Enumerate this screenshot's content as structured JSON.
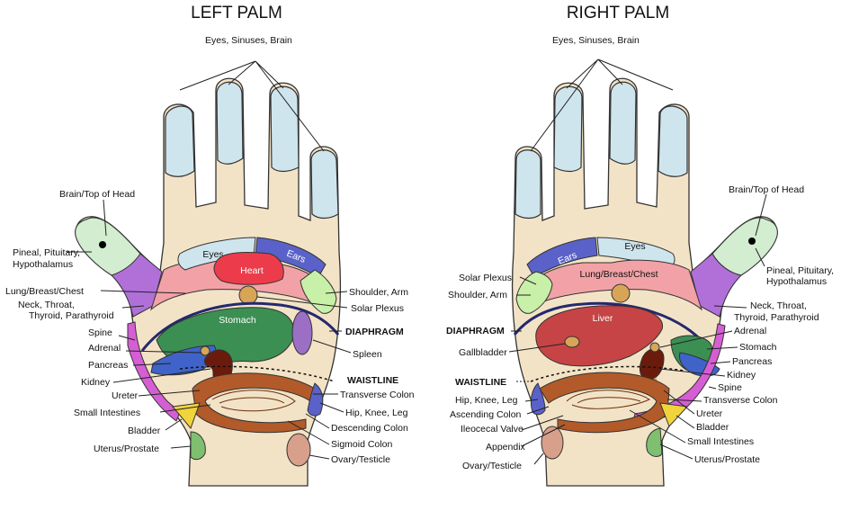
{
  "left": {
    "title": "LEFT PALM",
    "labels": {
      "eyes_sinuses_brain": "Eyes, Sinuses, Brain",
      "brain_top": "Brain/Top of Head",
      "pineal_1": "Pineal, Pituitary,",
      "pineal_2": "Hypothalamus",
      "lung": "Lung/Breast/Chest",
      "neck_1": "Neck, Throat,",
      "neck_2": "Thyroid, Parathyroid",
      "spine": "Spine",
      "adrenal": "Adrenal",
      "pancreas": "Pancreas",
      "kidney": "Kidney",
      "ureter": "Ureter",
      "small_int": "Small Intestines",
      "bladder": "Bladder",
      "uterus": "Uterus/Prostate",
      "shoulder": "Shoulder, Arm",
      "solar": "Solar Plexus",
      "diaphragm": "DIAPHRAGM",
      "spleen": "Spleen",
      "waistline": "WAISTLINE",
      "transverse": "Transverse Colon",
      "hip": "Hip, Knee, Leg",
      "descending": "Descending Colon",
      "sigmoid": "Sigmoid Colon",
      "ovary": "Ovary/Testicle",
      "eyes": "Eyes",
      "ears": "Ears",
      "heart": "Heart",
      "stomach": "Stomach"
    }
  },
  "right": {
    "title": "RIGHT PALM",
    "labels": {
      "eyes_sinuses_brain": "Eyes, Sinuses, Brain",
      "brain_top": "Brain/Top of Head",
      "pineal_1": "Pineal, Pituitary,",
      "pineal_2": "Hypothalamus",
      "neck_1": "Neck, Throat,",
      "neck_2": "Thyroid, Parathyroid",
      "adrenal": "Adrenal",
      "stomach": "Stomach",
      "pancreas": "Pancreas",
      "kidney": "Kidney",
      "spine": "Spine",
      "transverse": "Transverse Colon",
      "ureter": "Ureter",
      "bladder": "Bladder",
      "small_int": "Small Intestines",
      "uterus": "Uterus/Prostate",
      "solar": "Solar Plexus",
      "shoulder": "Shoulder, Arm",
      "diaphragm": "DIAPHRAGM",
      "gallbladder": "Gallbladder",
      "waistline": "WAISTLINE",
      "hip": "Hip, Knee, Leg",
      "ascending": "Ascending Colon",
      "ileocecal": "Ileocecal Valve",
      "appendix": "Appendix",
      "ovary": "Ovary/Testicle",
      "eyes": "Eyes",
      "ears": "Ears",
      "lung": "Lung/Breast/Chest",
      "liver": "Liver"
    }
  },
  "colors": {
    "skin": "#f3e3c6",
    "fingertip": "#cfe5ee",
    "thumb_tip": "#d2edcf",
    "eyes": "#cfe5ee",
    "ears": "#5a62c9",
    "heart": "#ec3c4c",
    "chest": "#f2a2a6",
    "stomach": "#3c8f53",
    "liver": "#c64445",
    "spleen": "#9a6fc4",
    "neck": "#b070d8",
    "shoulder": "#c8f0a8",
    "solar_plexus": "#d8a557",
    "diaphragm": "#24286e",
    "pancreas": "#3f63c8",
    "kidney": "#6b1b0c",
    "spine": "#d65ed4",
    "colon": "#b25a2a",
    "bladder": "#f1d33c",
    "uterus": "#7fbf6f",
    "ovary": "#d8a08a"
  }
}
